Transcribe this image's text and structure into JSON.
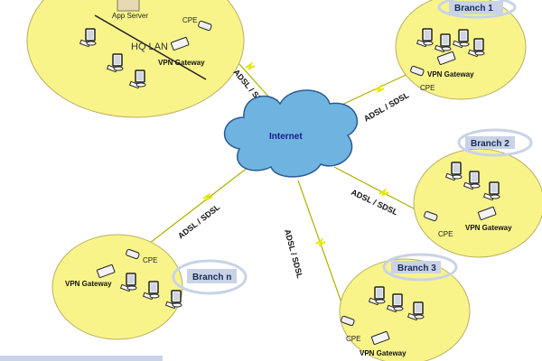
{
  "hq": {
    "app_server": "App Server",
    "lan": "HQ LAN",
    "cpe": "CPE",
    "vpn": "VPN Gateway"
  },
  "cloud": {
    "label": "Internet"
  },
  "links": {
    "hq": "ADSL / SDSL",
    "b1": "ADSL / SDSL",
    "b2": "ADSL / SDSL",
    "b3": "ADSL / SDSL",
    "bn": "ADSL / SDSL"
  },
  "branches": [
    {
      "name": "Branch 1",
      "cpe": "CPE",
      "vpn": "VPN Gateway"
    },
    {
      "name": "Branch 2",
      "cpe": "CPE",
      "vpn": "VPN Gateway"
    },
    {
      "name": "Branch 3",
      "cpe": "CPE",
      "vpn": "VPN Gateway"
    },
    {
      "name": "Branch n",
      "cpe": "CPE",
      "vpn": "VPN Gateway"
    }
  ],
  "colors": {
    "site": "#f8f48a",
    "cloud": "#6fb4e0",
    "tag": "#c9d3e6",
    "link": "#c8c800"
  }
}
